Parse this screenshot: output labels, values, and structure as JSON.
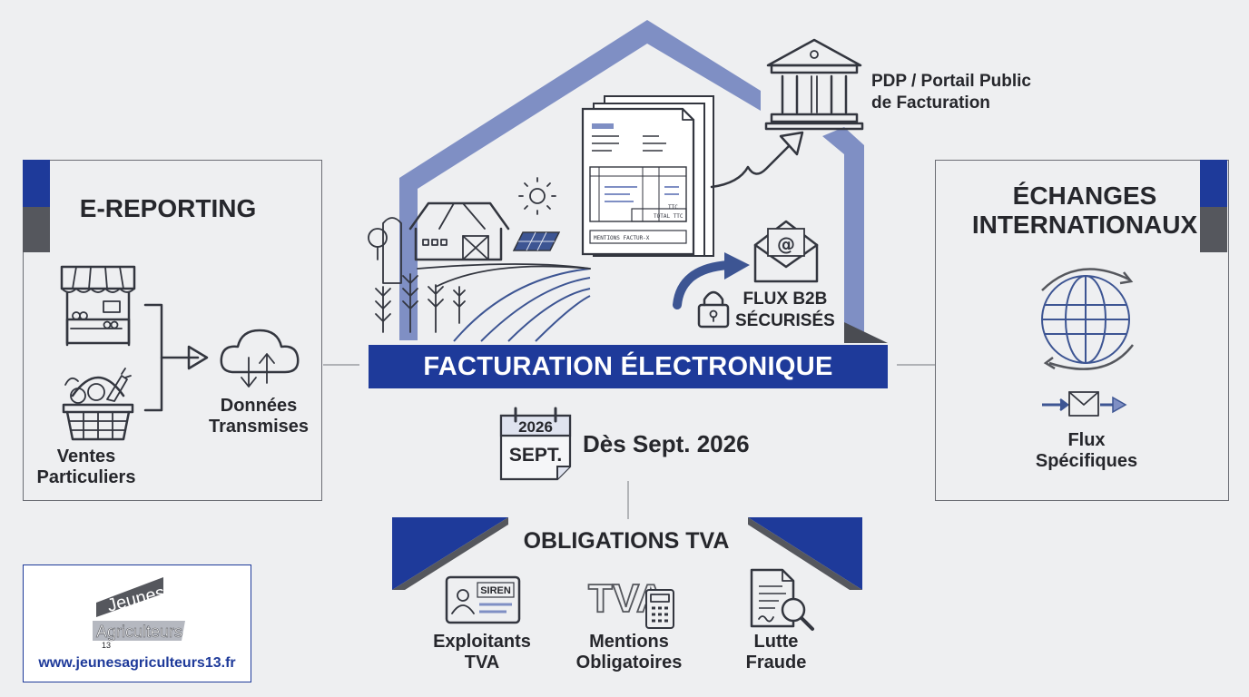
{
  "left_panel": {
    "title": "E-REPORTING",
    "ventes_label": "Ventes\nParticuliers",
    "donnees_label": "Données\nTransmises"
  },
  "right_panel": {
    "title": "ÉCHANGES\nINTERNATIONAUX",
    "flux_label": "Flux\nSpécifiques"
  },
  "center": {
    "pdp_label": "PDP / Portail Public\nde Facturation",
    "flux_b2b_label": "FLUX B2B\nSÉCURISÉS",
    "banner": "FACTURATION ÉLECTRONIQUE",
    "calendar_year": "2026",
    "calendar_month": "SEPT.",
    "date_label": "Dès Sept. 2026",
    "invoice_lines": [
      "MENTIONS FACTUR-X",
      "TOTAL TTC",
      "TTC"
    ]
  },
  "obligations": {
    "title": "OBLIGATIONS TVA",
    "items": [
      {
        "icon": "siren-card-icon",
        "badge": "SIREN",
        "label": "Exploitants\nTVA"
      },
      {
        "icon": "tva-calculator-icon",
        "badge": "TVA",
        "label": "Mentions\nObligatoires"
      },
      {
        "icon": "document-magnifier-icon",
        "badge": "",
        "label": "Lutte\nFraude"
      }
    ]
  },
  "logo": {
    "line1": "Jeunes",
    "line2": "Agriculteurs",
    "number": "13",
    "url": "www.jeunesagriculteurs13.fr"
  },
  "colors": {
    "navy": "#1e3a9a",
    "periwinkle": "#7f8fc4",
    "dark_gray": "#55575d",
    "background": "#eeeff1"
  }
}
